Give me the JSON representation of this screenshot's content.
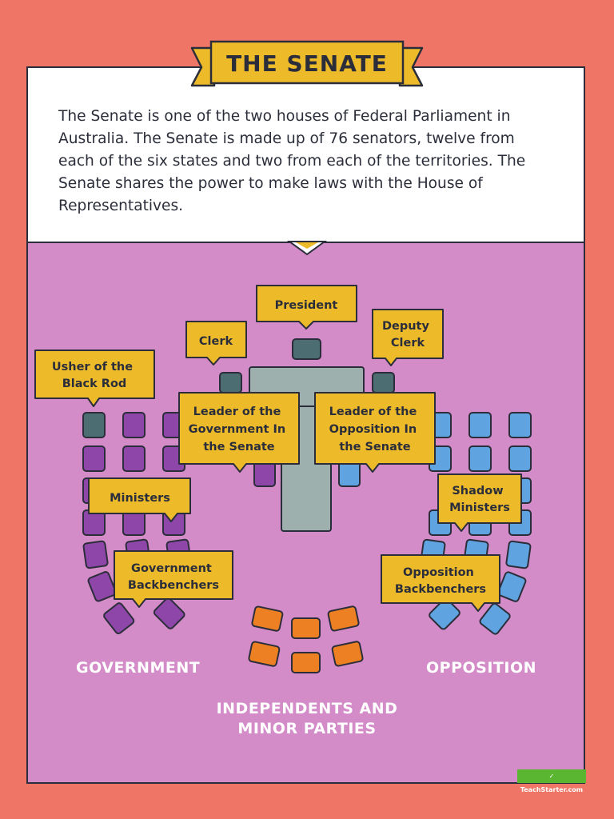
{
  "title": "THE SENATE",
  "intro": "The Senate is one of the two houses of Federal Parliament in Australia. The Senate is made up of 76 senators, twelve from each of the six states and two from each of the territories. The Senate shares the power to make laws with the House of Representatives.",
  "callouts": {
    "president": "President",
    "clerk": "Clerk",
    "deputy_clerk": [
      "Deputy",
      "Clerk"
    ],
    "usher": [
      "Usher of the",
      "Black Rod"
    ],
    "leader_government": [
      "Leader of the",
      "Government In",
      "the Senate"
    ],
    "leader_opposition": [
      "Leader of the",
      "Opposition In",
      "the Senate"
    ],
    "ministers": "Ministers",
    "shadow_ministers": [
      "Shadow",
      "Ministers"
    ],
    "government_backbenchers": [
      "Government",
      "Backbenchers"
    ],
    "opposition_backbenchers": [
      "Opposition",
      "Backbenchers"
    ]
  },
  "sections": {
    "government": "GOVERNMENT",
    "opposition": "OPPOSITION",
    "independents": [
      "INDEPENDENTS AND",
      "MINOR PARTIES"
    ]
  },
  "badge": "✓ TeachStarter.com",
  "colors": {
    "background": "#EF7667",
    "chamber": "#D38CC7",
    "callout": "#EDBB2A",
    "government_seat": "#8E46A8",
    "opposition_seat": "#5FA3E0",
    "independent_seat": "#EE8024",
    "official_seat": "#4C6E72",
    "table": "#9DB0AD"
  }
}
